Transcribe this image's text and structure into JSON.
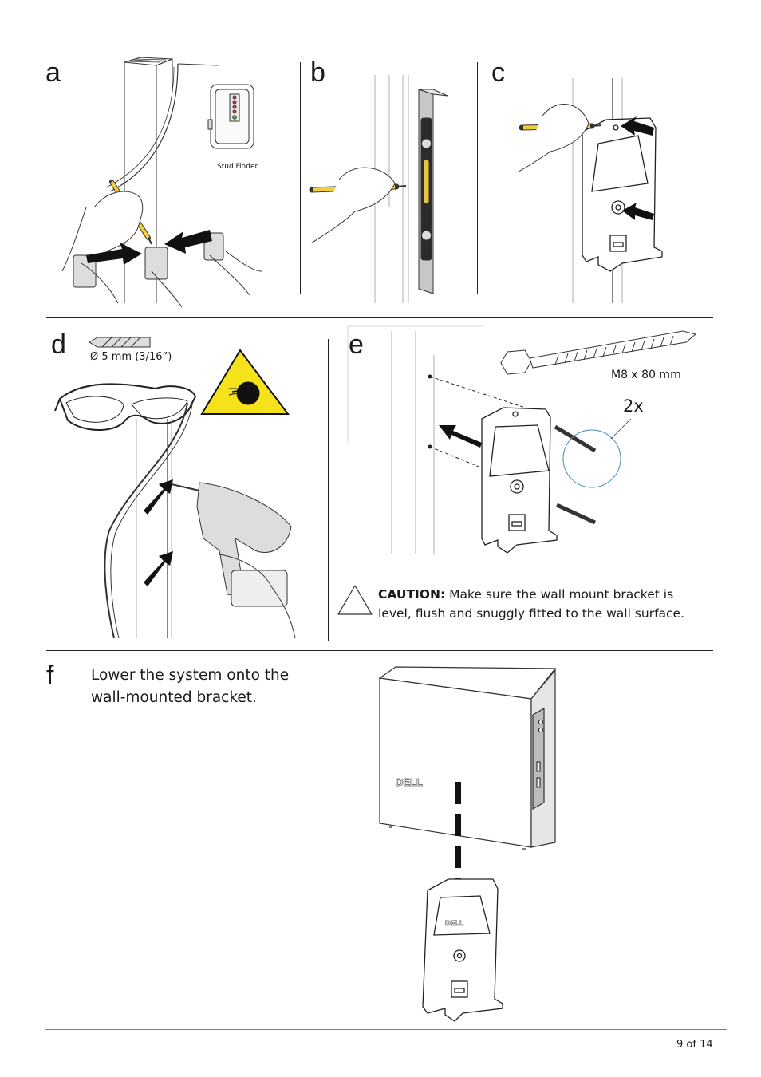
{
  "steps": {
    "a": {
      "letter": "a",
      "stud_finder_label": "Stud Finder"
    },
    "b": {
      "letter": "b"
    },
    "c": {
      "letter": "c"
    },
    "d": {
      "letter": "d",
      "drill_bit_label": "Ø 5 mm (3/16”)"
    },
    "e": {
      "letter": "e",
      "screw_label": "M8 x 80 mm",
      "quantity_label": "2x",
      "caution_heading": "CAUTION:",
      "caution_text_line1": " Make sure the wall mount bracket is",
      "caution_text_line2": "level, flush and snuggly fitted to the wall surface."
    },
    "f": {
      "letter": "f",
      "instruction_line1": "Lower the system onto the",
      "instruction_line2": "wall-mounted bracket.",
      "brand_logo": "DELL"
    }
  },
  "footer": {
    "page_number": "9 of 14"
  },
  "colors": {
    "pencil": "#f2cf3a",
    "warning": "#f5e21a",
    "footer_rule": "#4a8ab5",
    "level_bubble": "#e8c440"
  }
}
